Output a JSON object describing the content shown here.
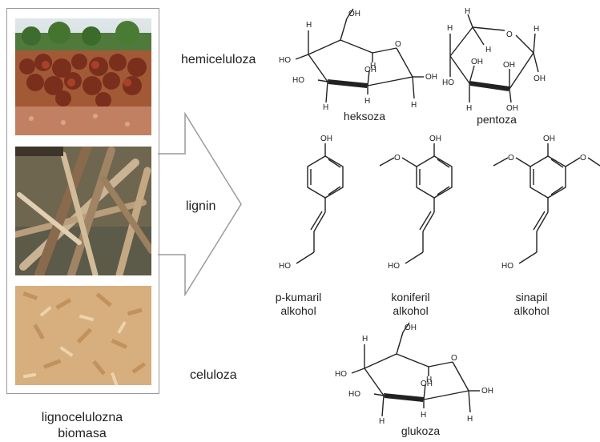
{
  "left_panel": {
    "caption_line1": "lignocelulozna",
    "caption_line2": "biomasa"
  },
  "groups": {
    "hemicellulose": {
      "label": "hemiceluloza",
      "sugars": [
        {
          "name": "heksoza"
        },
        {
          "name": "pentoza"
        }
      ]
    },
    "lignin": {
      "label": "lignin",
      "monomers": [
        {
          "name_line1": "p-kumaril",
          "name_line2": "alkohol"
        },
        {
          "name_line1": "koniferil",
          "name_line2": "alkohol"
        },
        {
          "name_line1": "sinapil",
          "name_line2": "alkohol"
        }
      ]
    },
    "cellulose": {
      "label": "celuloza",
      "sugar": {
        "name": "glukoza"
      }
    }
  },
  "atoms": {
    "OH": "OH",
    "HO": "HO",
    "H": "H",
    "O": "O"
  },
  "colors": {
    "arrow_stroke": "#9a9a9a",
    "frame_stroke": "#9a9a9a",
    "bond": "#222222"
  }
}
